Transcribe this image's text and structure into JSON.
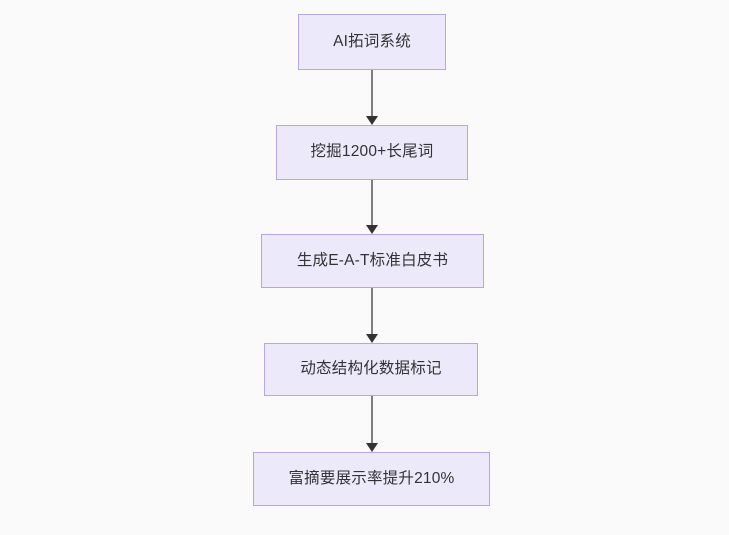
{
  "diagram": {
    "type": "flowchart",
    "direction": "top-to-bottom",
    "background_color": "#fafafa",
    "node_fill_color": "#ece9fb",
    "node_border_color": "#b7a7e0",
    "node_text_color": "#333333",
    "edge_color": "#7e7e7e",
    "arrowhead_color": "#333333",
    "nodes": [
      {
        "id": "n0",
        "label": "AI拓词系统"
      },
      {
        "id": "n1",
        "label": "挖掘1200+长尾词"
      },
      {
        "id": "n2",
        "label": "生成E-A-T标准白皮书"
      },
      {
        "id": "n3",
        "label": "动态结构化数据标记"
      },
      {
        "id": "n4",
        "label": "富摘要展示率提升210%"
      }
    ],
    "edges": [
      {
        "from": "n0",
        "to": "n1",
        "label": ""
      },
      {
        "from": "n1",
        "to": "n2",
        "label": ""
      },
      {
        "from": "n2",
        "to": "n3",
        "label": ""
      },
      {
        "from": "n3",
        "to": "n4",
        "label": ""
      }
    ]
  }
}
